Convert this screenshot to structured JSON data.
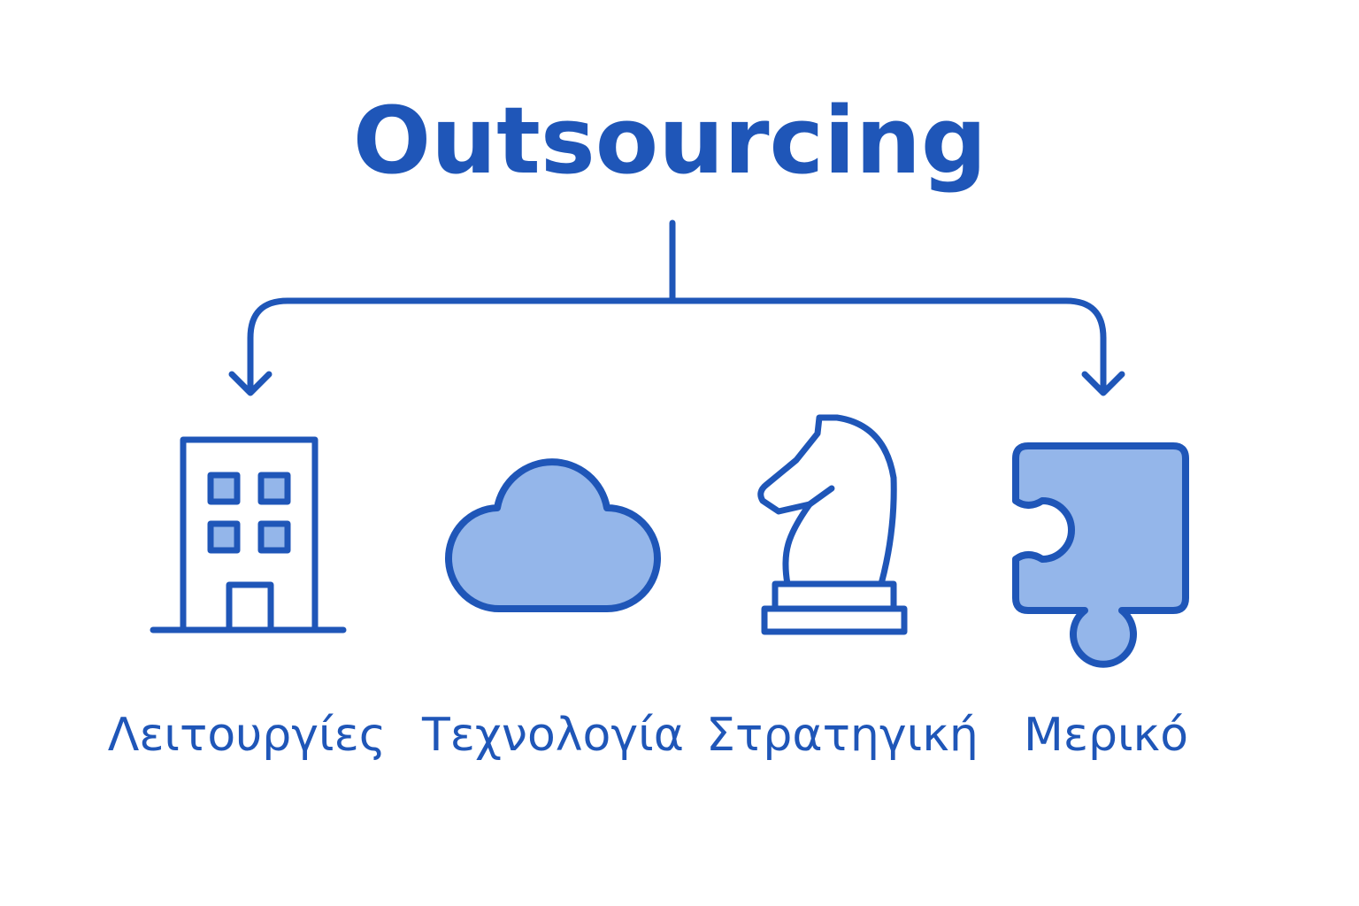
{
  "diagram": {
    "title": "Outsourcing",
    "colors": {
      "stroke": "#1f56b8",
      "fill": "#94b6ea",
      "background": "#ffffff"
    },
    "items": [
      {
        "label": "Λειτουργίες",
        "icon": "building-icon"
      },
      {
        "label": "Τεχνολογία",
        "icon": "cloud-icon"
      },
      {
        "label": "Στρατηγική",
        "icon": "chess-knight-icon"
      },
      {
        "label": "Μερικό",
        "icon": "puzzle-piece-icon"
      }
    ]
  }
}
